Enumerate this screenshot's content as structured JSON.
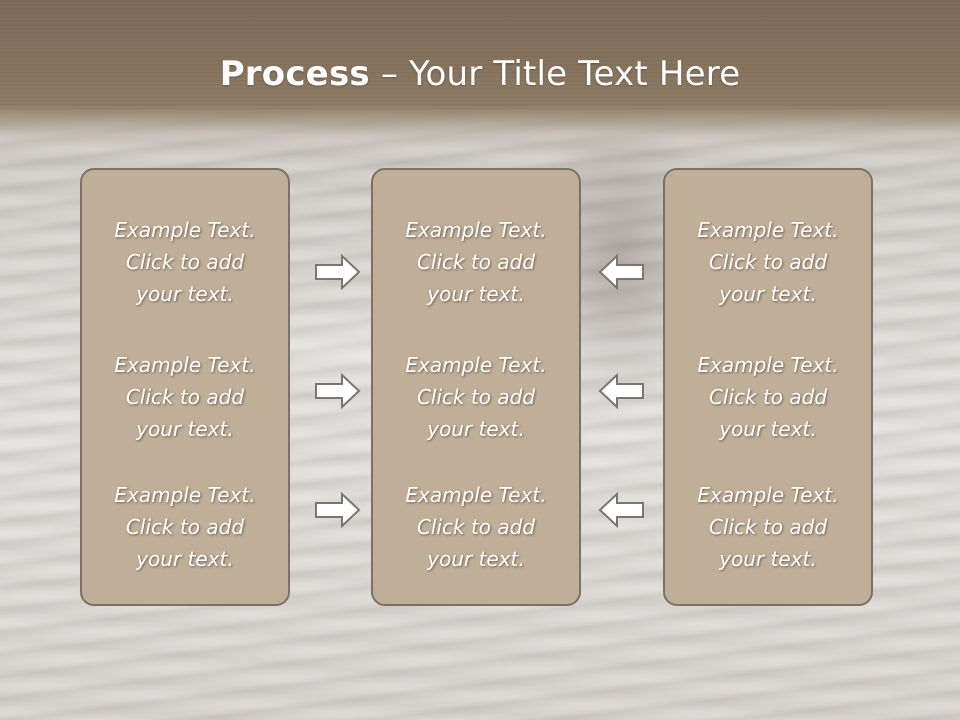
{
  "slide": {
    "title_bold": "Process",
    "title_rest": " – Your Title Text Here"
  },
  "columns": [
    {
      "items": [
        {
          "line1": "Example Text.",
          "line2": "Click  to add",
          "line3": "your text."
        },
        {
          "line1": "Example Text.",
          "line2": "Click  to add",
          "line3": "your text."
        },
        {
          "line1": "Example Text.",
          "line2": "Click  to add",
          "line3": "your text."
        }
      ]
    },
    {
      "items": [
        {
          "line1": "Example Text.",
          "line2": "Click  to add",
          "line3": "your text."
        },
        {
          "line1": "Example Text.",
          "line2": "Click  to add",
          "line3": "your text."
        },
        {
          "line1": "Example Text.",
          "line2": "Click  to add",
          "line3": "your text."
        }
      ]
    },
    {
      "items": [
        {
          "line1": "Example Text.",
          "line2": "Click  to add",
          "line3": "your text."
        },
        {
          "line1": "Example Text.",
          "line2": "Click  to add",
          "line3": "your text."
        },
        {
          "line1": "Example Text.",
          "line2": "Click  to add",
          "line3": "your text."
        }
      ]
    }
  ],
  "arrows": {
    "left_group": "right-arrow-icon",
    "right_group": "left-arrow-icon"
  },
  "colors": {
    "title_band": "#85735d",
    "box_fill": "#bfae98",
    "box_border": "#7d7166",
    "arrow_stroke": "#7a7570",
    "arrow_fill": "#ffffff",
    "text": "#ffffff"
  }
}
